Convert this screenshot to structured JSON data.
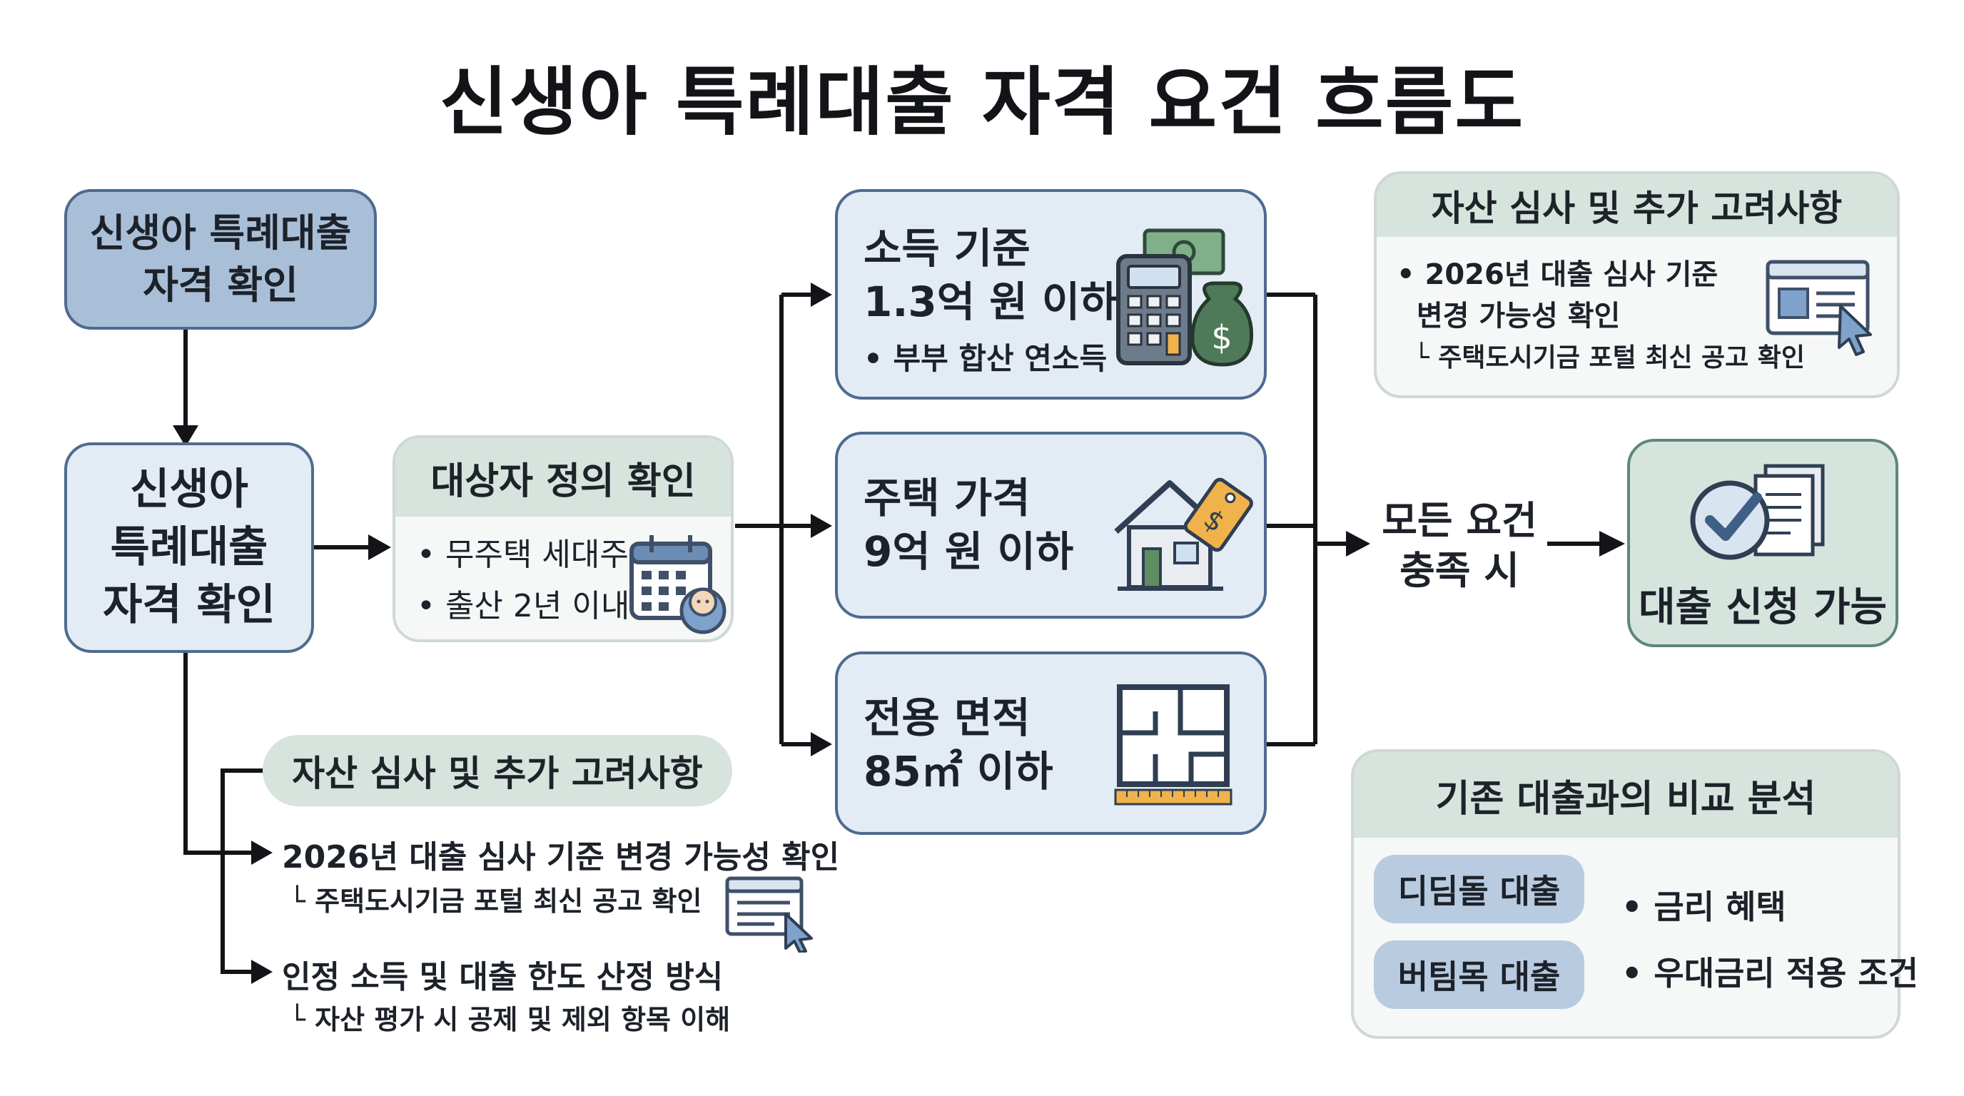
{
  "title": "신생아 특례대출 자격 요건 흐름도",
  "start_box": "신생아 특례대출\n자격 확인",
  "main_box": "신생아\n특례대출\n자격 확인",
  "target": {
    "header": "대상자 정의 확인",
    "items": [
      "• 무주택 세대주",
      "• 출산 2년 이내"
    ]
  },
  "income": {
    "title": "소득 기준\n1.3억 원 이하",
    "note": "• 부부 합산 연소득"
  },
  "house_price": {
    "title": "주택 가격\n9억 원 이하"
  },
  "area": {
    "title": "전용 면적\n85㎡ 이하"
  },
  "condition": "모든 요건\n충족 시",
  "result": "대출 신청 가능",
  "asset_top": {
    "header": "자산 심사 및 추가 고려사항",
    "line1": "• 2026년 대출 심사 기준\n  변경 가능성 확인",
    "line2": "└ 주택도시기금 포털 최신 공고 확인"
  },
  "asset_bottom": {
    "header": "자산 심사 및 추가 고려사항",
    "item1": "2026년 대출 심사 기준 변경 가능성 확인",
    "item1_sub": "└ 주택도시기금 포털 최신 공고 확인",
    "item2": "인정 소득 및 대출 한도 산정 방식",
    "item2_sub": "└ 자산 평가 시 공제 및 제외 항목 이해"
  },
  "compare": {
    "header": "기존 대출과의 비교 분석",
    "loans": [
      "디딤돌 대출",
      "버팀목 대출"
    ],
    "points": [
      "• 금리 혜택",
      "• 우대금리 적용 조건"
    ]
  },
  "icons": [
    "calculator-icon",
    "money-bag-icon",
    "calendar-icon",
    "baby-icon",
    "house-icon",
    "price-tag-icon",
    "floor-plan-icon",
    "checkmark-icon",
    "document-icon",
    "browser-cursor-icon"
  ],
  "colors": {
    "accent_blue": "#4e6b8f",
    "box_blue": "#e3ebf4",
    "box_green": "#d5e5de",
    "money_green": "#4f7a5a",
    "tag_orange": "#f0b24a"
  }
}
